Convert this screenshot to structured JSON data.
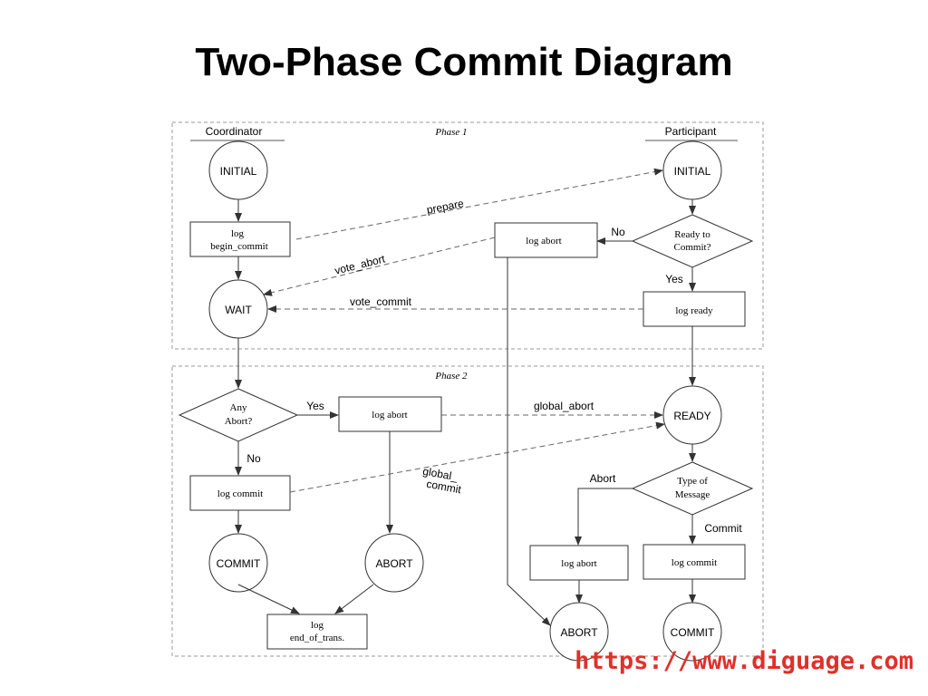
{
  "title": "Two-Phase Commit Diagram",
  "watermark": "https://www.diguage.com",
  "headers": {
    "coordinator": "Coordinator",
    "participant": "Participant",
    "phase1": "Phase 1",
    "phase2": "Phase 2"
  },
  "states": {
    "coord_initial": "INITIAL",
    "coord_wait": "WAIT",
    "coord_commit": "COMMIT",
    "coord_abort": "ABORT",
    "part_initial": "INITIAL",
    "part_ready": "READY",
    "part_abort": "ABORT",
    "part_commit": "COMMIT"
  },
  "boxes": {
    "log_begin_commit": [
      "log",
      "begin_commit"
    ],
    "coord_log_abort": "log abort",
    "coord_log_commit": "log commit",
    "log_end": [
      "log",
      "end_of_trans."
    ],
    "part_log_abort_p1": "log abort",
    "part_log_ready": "log ready",
    "part_log_abort_p2": "log abort",
    "part_log_commit": "log commit"
  },
  "decisions": {
    "any_abort": [
      "Any",
      "Abort?"
    ],
    "ready_to_commit": [
      "Ready to",
      "Commit?"
    ],
    "type_of_message": [
      "Type of",
      "Message"
    ]
  },
  "messages": {
    "prepare": "prepare",
    "vote_abort": "vote_abort",
    "vote_commit": "vote_commit",
    "global_abort": "global_abort",
    "global_commit": [
      "global_",
      "commit"
    ]
  },
  "branch_labels": {
    "no_part": "No",
    "yes_part": "Yes",
    "yes_coord": "Yes",
    "no_coord": "No",
    "abort_msg": "Abort",
    "commit_msg": "Commit"
  }
}
